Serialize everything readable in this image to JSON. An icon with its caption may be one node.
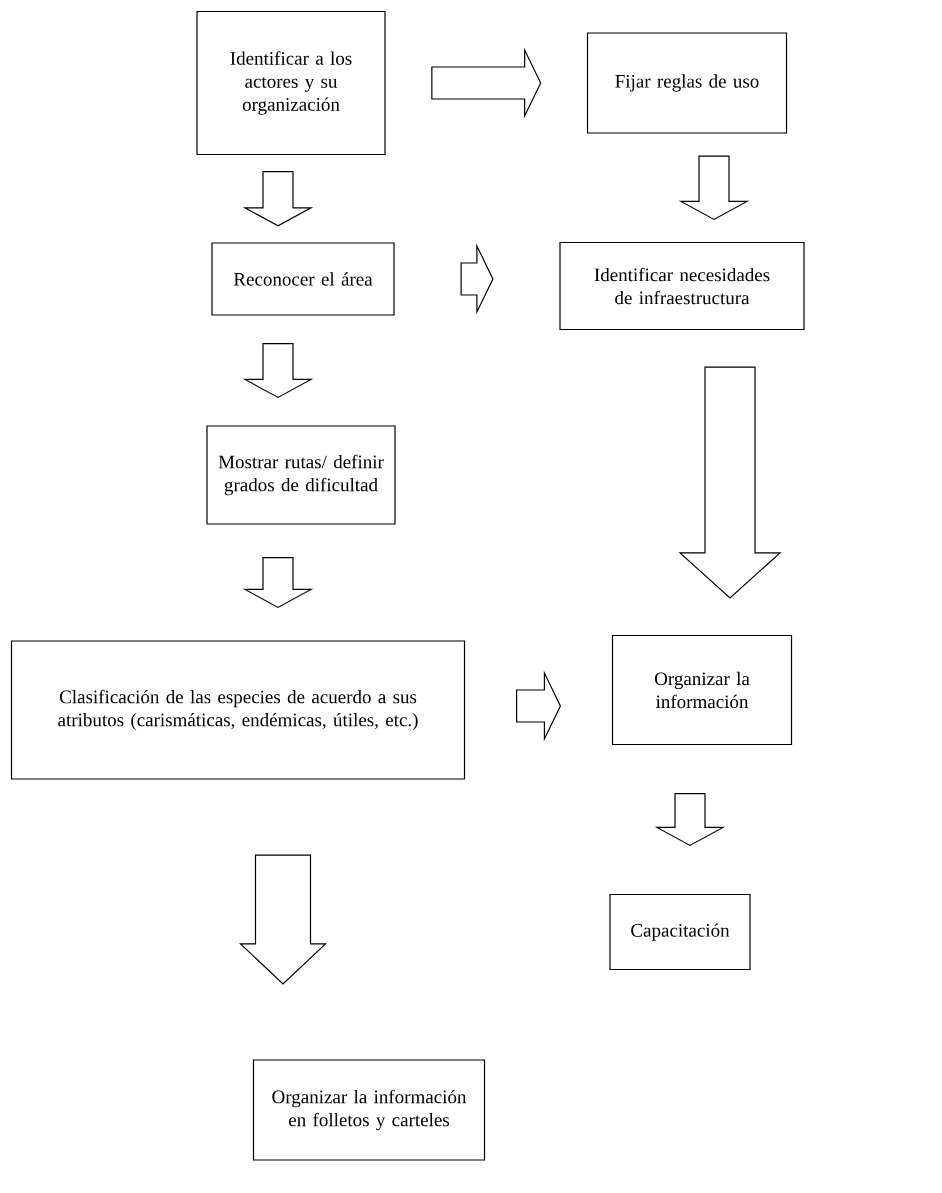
{
  "diagram": {
    "nodes": [
      {
        "text": [
          "Identificar a los actores y su organización"
        ]
      },
      {
        "text": [
          "Fijar reglas de uso"
        ]
      },
      {
        "text": [
          "Reconocer el área"
        ]
      },
      {
        "text": [
          "Identificar necesidades de infraestructura"
        ]
      },
      {
        "text": [
          "Mostrar rutas/ definir grados de dificultad"
        ]
      },
      {
        "text": [
          "Clasificación de las especies de acuerdo a sus atributos (carismáticas, endémicas, útiles, etc.)"
        ]
      },
      {
        "text": [
          "Organizar la información"
        ]
      },
      {
        "text": [
          "Capacitación"
        ]
      },
      {
        "text": [
          "Organizar la información en folletos y carteles"
        ]
      }
    ],
    "edges": [
      {
        "from": 0,
        "to": 1,
        "arrow": "to"
      },
      {
        "from": 0,
        "to": 2,
        "arrow": "to"
      },
      {
        "from": 1,
        "to": 3,
        "arrow": "to"
      },
      {
        "from": 2,
        "to": 3,
        "arrow": "to"
      },
      {
        "from": 2,
        "to": 4,
        "arrow": "to"
      },
      {
        "from": 3,
        "to": 6,
        "arrow": "to"
      },
      {
        "from": 4,
        "to": 5,
        "arrow": "to"
      },
      {
        "from": 5,
        "to": 6,
        "arrow": "to"
      },
      {
        "from": 6,
        "to": 7,
        "arrow": "to"
      },
      {
        "from": 5,
        "to": 8,
        "arrow": "to"
      }
    ]
  }
}
